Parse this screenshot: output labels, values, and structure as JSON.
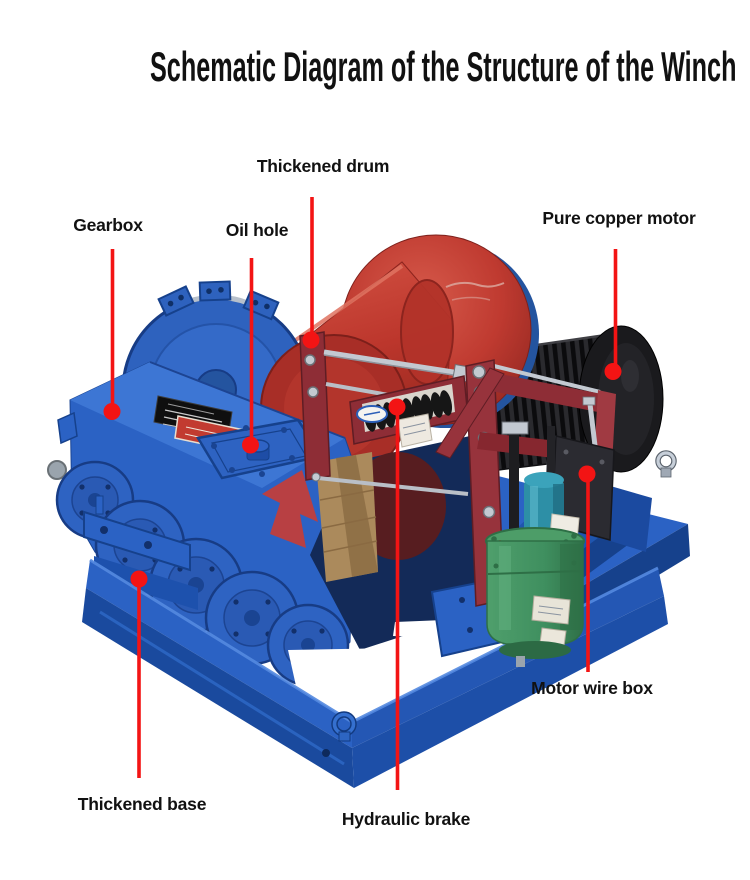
{
  "title": "Schematic Diagram of the Structure of the Winch",
  "labels": {
    "thickened_drum": "Thickened drum",
    "gearbox": "Gearbox",
    "oil_hole": "Oil hole",
    "pure_copper_motor": "Pure copper motor",
    "motor_wire_box": "Motor wire box",
    "thickened_base": "Thickened base",
    "hydraulic_brake": "Hydraulic brake"
  },
  "colors": {
    "callout_red": "#f31414",
    "label_text": "#111111",
    "background": "#ffffff",
    "machine_blue": "#2b62c4",
    "machine_blue_dark": "#1a4492",
    "base_blue_deep": "#16418c",
    "drum_red": "#bf3a30",
    "drum_red_dark": "#8c2620",
    "brake_maroon": "#8e2d36",
    "motor_black": "#1c1c1e",
    "thruster_green": "#3f8f5f",
    "pump_teal": "#2d8fa6",
    "steel_gray": "#c3c9d1",
    "rope_tan": "#ab8a5c"
  }
}
